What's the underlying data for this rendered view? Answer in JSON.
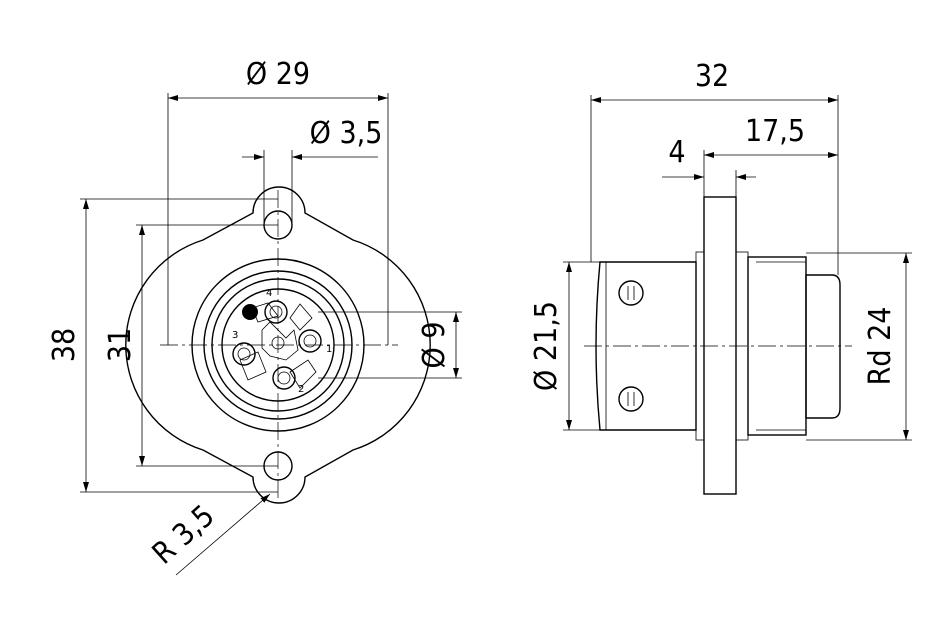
{
  "front_view": {
    "dims": {
      "flange_width": "Ø 29",
      "hole_diameter": "Ø 3,5",
      "height_overall": "38",
      "hole_spacing": "31",
      "contact_circle": "Ø 9",
      "corner_radius": "R 3,5"
    },
    "pin_labels": [
      "1",
      "2",
      "3",
      "4"
    ]
  },
  "side_view": {
    "dims": {
      "total_length": "32",
      "flange_thickness": "4",
      "rear_length": "17,5",
      "body_diameter": "Ø 21,5",
      "thread": "Rd 24"
    }
  }
}
